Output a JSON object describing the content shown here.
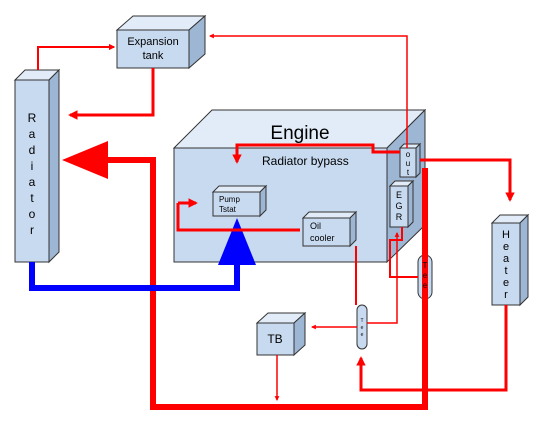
{
  "diagram": {
    "expansion_tank": [
      "Expansion",
      "tank"
    ],
    "radiator": [
      "R",
      "a",
      "d",
      "i",
      "a",
      "t",
      "o",
      "r"
    ],
    "engine": "Engine",
    "radiator_bypass": "Radiator bypass",
    "pump_tstat": [
      "Pump",
      "Tstat"
    ],
    "oil_cooler": [
      "Oil",
      "cooler"
    ],
    "out": [
      "o",
      "u",
      "t"
    ],
    "egr": [
      "E",
      "G",
      "R"
    ],
    "tee_right": [
      "T",
      "e",
      "e"
    ],
    "heater": [
      "H",
      "e",
      "a",
      "t",
      "e",
      "r"
    ],
    "tb": "TB",
    "tee_small": [
      "T",
      "e",
      "e"
    ],
    "colors": {
      "hot_coolant": "#ff0000",
      "cold_coolant": "#0000ff",
      "component_fill": "#c8daf0",
      "component_side": "#9db6d3",
      "component_top": "#e1ecf8"
    }
  }
}
